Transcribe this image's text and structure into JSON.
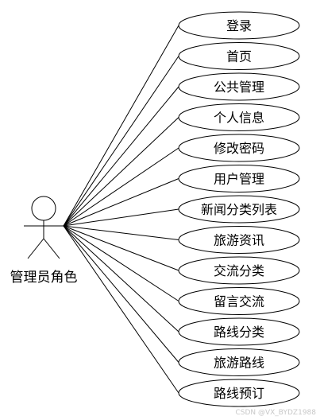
{
  "actor": {
    "label": "管理员角色"
  },
  "use_cases": [
    "登录",
    "首页",
    "公共管理",
    "个人信息",
    "修改密码",
    "用户管理",
    "新闻分类列表",
    "旅游资讯",
    "交流分类",
    "留言交流",
    "路线分类",
    "旅游路线",
    "路线预订"
  ],
  "watermark": "CSDN @VX_BYDZ1988"
}
